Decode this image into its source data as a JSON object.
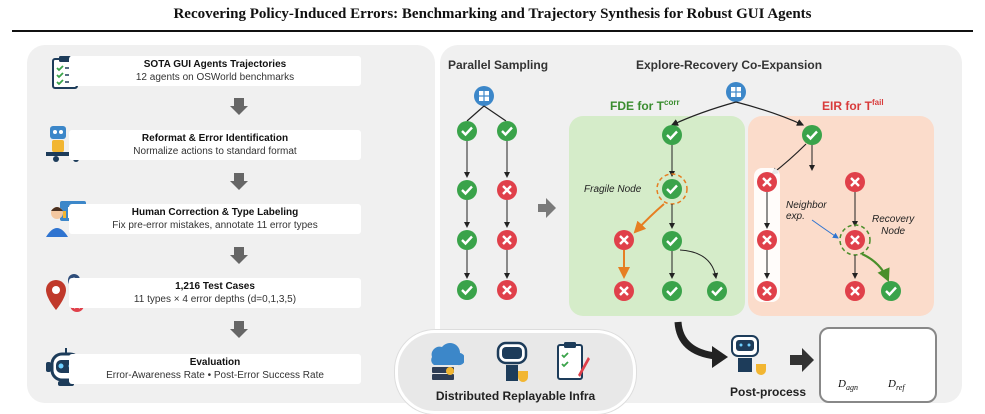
{
  "header": {
    "title": "Recovering Policy-Induced Errors: Benchmarking and Trajectory Synthesis for Robust GUI Agents"
  },
  "pipeline": {
    "steps": [
      {
        "title": "SOTA GUI Agents Trajectories",
        "desc": "12 agents on OSWorld benchmarks",
        "icon": "clipboard-checklist-icon"
      },
      {
        "title": "Reformat & Error Identification",
        "desc": "Normalize actions to standard format",
        "icon": "robot-computer-icon"
      },
      {
        "title": "Human Correction & Type Labeling",
        "desc": "Fix pre-error mistakes, annotate 11 error types",
        "icon": "human-dashboard-icon"
      },
      {
        "title": "1,216 Test Cases",
        "desc": "11 types × 4 error depths (d=0,1,3,5)",
        "icon": "map-pins-icon"
      },
      {
        "title": "Evaluation",
        "desc": "Error-Awareness Rate • Post-Error Success Rate",
        "icon": "robot-head-icon"
      }
    ]
  },
  "sampling": {
    "parallel_label": "Parallel Sampling",
    "coexp_label": "Explore-Recovery Co-Expansion",
    "fde_label": "FDE for T",
    "fde_sup": "corr",
    "eir_label": "EIR for T",
    "eir_sup": "fail",
    "fragile_label": "Fragile Node",
    "neighbor_label_1": "Neighbor",
    "neighbor_label_2": "exp.",
    "recovery_label_1": "Recovery",
    "recovery_label_2": "Node"
  },
  "infra": {
    "label": "Distributed Replayable Infra"
  },
  "postprocess": {
    "label": "Post-process",
    "d_agn": "agn",
    "d_ref": "ref",
    "d_symbol": "D"
  },
  "colors": {
    "check_green": "#3aa34a",
    "cross_red": "#e0404a",
    "fde_bg": "#d5ecc9",
    "eir_bg": "#fbdccb",
    "accent_orange": "#e67e22",
    "accent_blue": "#2f74d0"
  }
}
